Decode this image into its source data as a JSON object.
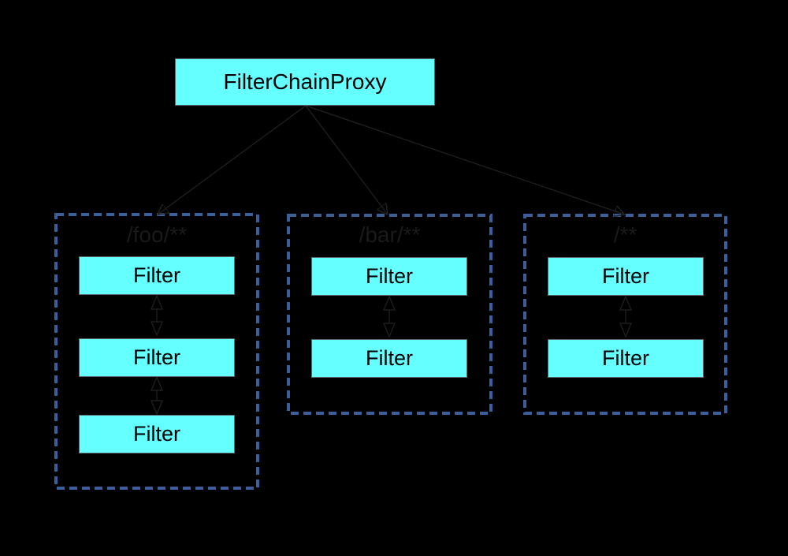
{
  "diagram": {
    "root": {
      "label": "FilterChainProxy"
    },
    "chains": [
      {
        "pattern": "/foo/**",
        "filters": [
          "Filter",
          "Filter",
          "Filter"
        ]
      },
      {
        "pattern": "/bar/**",
        "filters": [
          "Filter",
          "Filter"
        ]
      },
      {
        "pattern": "/**",
        "filters": [
          "Filter",
          "Filter"
        ]
      }
    ],
    "colors": {
      "background": "#000000",
      "box_fill": "#66ffff",
      "chain_border": "#3a5f9a",
      "connector": "#222222"
    }
  }
}
